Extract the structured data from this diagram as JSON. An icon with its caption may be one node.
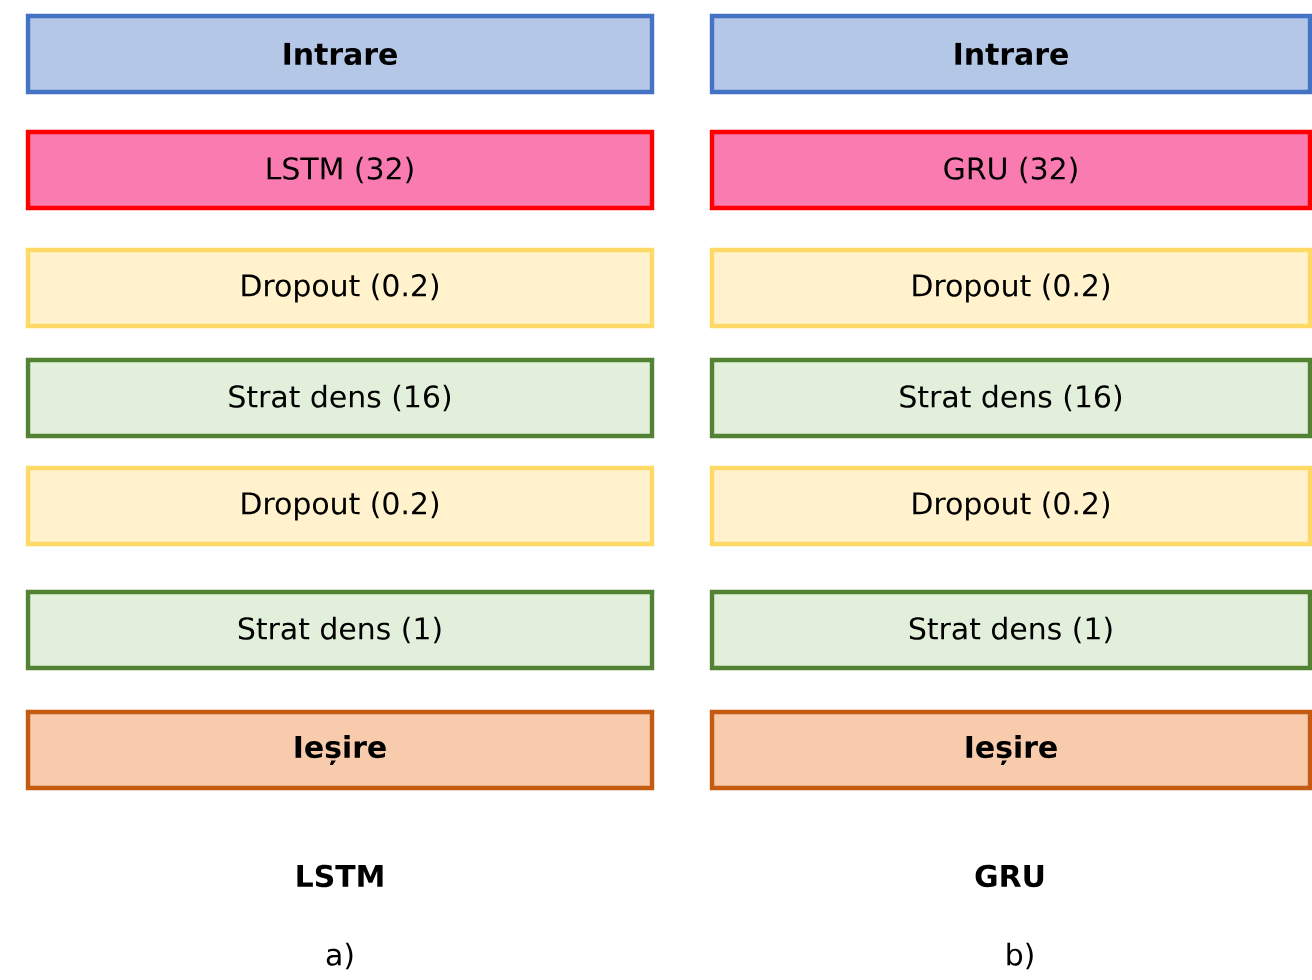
{
  "diagram": {
    "nodes": [
      {
        "text": [
          "Intrare"
        ]
      },
      {
        "text": [
          "LSTM (32)"
        ]
      },
      {
        "text": [
          "Dropout (0.2)"
        ]
      },
      {
        "text": [
          "Strat dens (16)"
        ]
      },
      {
        "text": [
          "Dropout (0.2)"
        ]
      },
      {
        "text": [
          "Strat dens (1)"
        ]
      },
      {
        "text": [
          "Ieșire"
        ]
      },
      {
        "text": [
          "Intrare"
        ]
      },
      {
        "text": [
          "GRU (32)"
        ]
      },
      {
        "text": [
          "Dropout (0.2)"
        ]
      },
      {
        "text": [
          "Strat dens (16)"
        ]
      },
      {
        "text": [
          "Dropout (0.2)"
        ]
      },
      {
        "text": [
          "Strat dens (1)"
        ]
      },
      {
        "text": [
          "Ieșire"
        ]
      }
    ],
    "labels": [
      "LSTM",
      "a)",
      "GRU",
      "b)"
    ]
  }
}
